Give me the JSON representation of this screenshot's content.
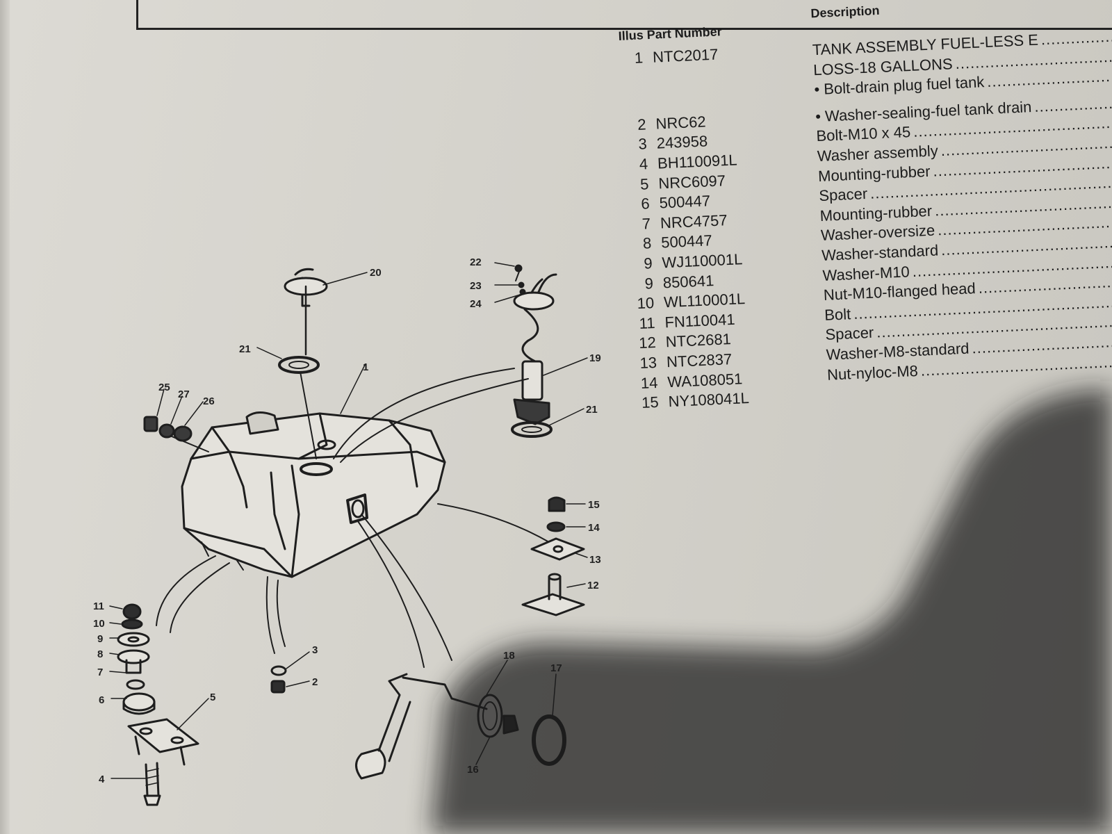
{
  "table": {
    "header_illus_part": "Illus Part Number",
    "header_description": "Description",
    "rows": [
      {
        "illus": "1",
        "part": "NTC2017",
        "desc": "TANK ASSEMBLY FUEL-LESS E"
      },
      {
        "illus": "",
        "part": "",
        "desc": "LOSS-18 GALLONS"
      },
      {
        "illus": "",
        "part": "",
        "desc": "• Bolt-drain plug fuel tank"
      },
      {
        "illus": "2",
        "part": "NRC62",
        "desc": "• Washer-sealing-fuel tank drain"
      },
      {
        "illus": "3",
        "part": "243958",
        "desc": "Bolt-M10 x 45"
      },
      {
        "illus": "4",
        "part": "BH110091L",
        "desc": "Washer assembly"
      },
      {
        "illus": "5",
        "part": "NRC6097",
        "desc": "Mounting-rubber"
      },
      {
        "illus": "6",
        "part": "500447",
        "desc": "Spacer"
      },
      {
        "illus": "7",
        "part": "NRC4757",
        "desc": "Mounting-rubber"
      },
      {
        "illus": "8",
        "part": "500447",
        "desc": "Washer-oversize"
      },
      {
        "illus": "9",
        "part": "WJ110001L",
        "desc": "Washer-standard"
      },
      {
        "illus": "9",
        "part": "850641",
        "desc": "Washer-M10"
      },
      {
        "illus": "10",
        "part": "WL110001L",
        "desc": "Nut-M10-flanged head"
      },
      {
        "illus": "11",
        "part": "FN110041",
        "desc": "Bolt"
      },
      {
        "illus": "12",
        "part": "NTC2681",
        "desc": "Spacer"
      },
      {
        "illus": "13",
        "part": "NTC2837",
        "desc": "Washer-M8-standard"
      },
      {
        "illus": "14",
        "part": "WA108051",
        "desc": "Nut-nyloc-M8"
      },
      {
        "illus": "15",
        "part": "NY108041L",
        "desc": ""
      }
    ]
  },
  "callouts": {
    "c20": "20",
    "c22": "22",
    "c23": "23",
    "c24": "24",
    "c21a": "21",
    "c1": "1",
    "c19": "19",
    "c25": "25",
    "c27": "27",
    "c26": "26",
    "c21b": "21",
    "c15": "15",
    "c14": "14",
    "c13": "13",
    "c12": "12",
    "c11": "11",
    "c10": "10",
    "c9": "9",
    "c8": "8",
    "c7": "7",
    "c6": "6",
    "c5": "5",
    "c4": "4",
    "c3": "3",
    "c2": "2",
    "c18": "18",
    "c17": "17",
    "c16": "16"
  }
}
